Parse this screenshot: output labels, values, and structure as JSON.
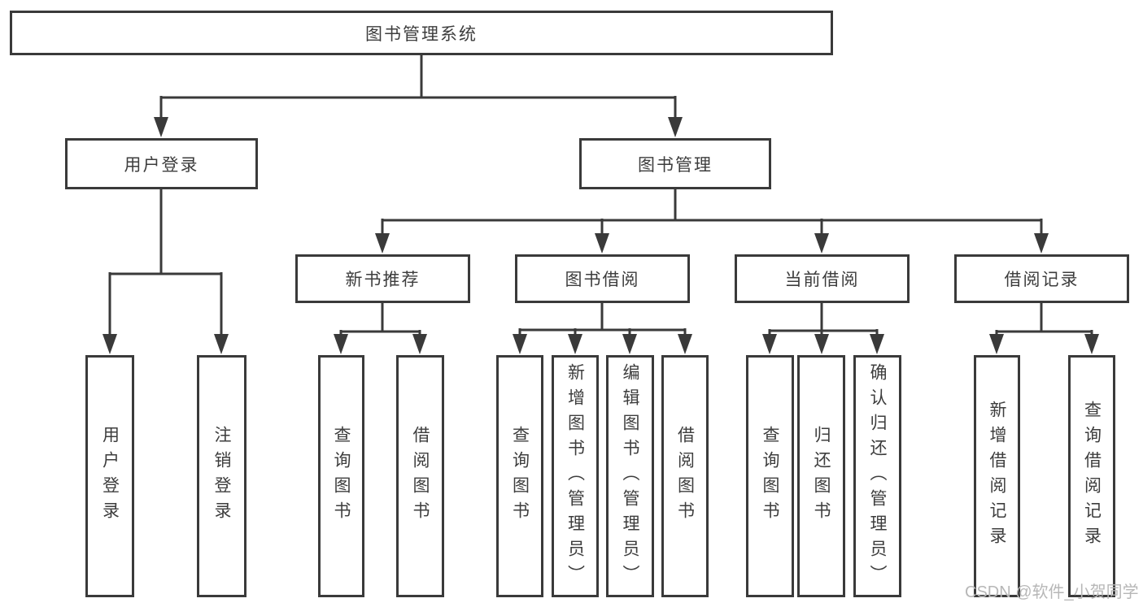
{
  "tree": {
    "label": "图书管理系统",
    "children": [
      {
        "label": "用户登录",
        "children": [
          {
            "label": "用户登录"
          },
          {
            "label": "注销登录"
          }
        ]
      },
      {
        "label": "图书管理",
        "children": [
          {
            "label": "新书推荐",
            "children": [
              {
                "label": "查询图书"
              },
              {
                "label": "借阅图书"
              }
            ]
          },
          {
            "label": "图书借阅",
            "children": [
              {
                "label": "查询图书"
              },
              {
                "label": "新增图书（管理员）"
              },
              {
                "label": "编辑图书（管理员）"
              },
              {
                "label": "借阅图书"
              }
            ]
          },
          {
            "label": "当前借阅",
            "children": [
              {
                "label": "查询图书"
              },
              {
                "label": "归还图书"
              },
              {
                "label": "确认归还（管理员）"
              }
            ]
          },
          {
            "label": "借阅记录",
            "children": [
              {
                "label": "新增借阅记录"
              },
              {
                "label": "查询借阅记录"
              }
            ]
          }
        ]
      }
    ]
  },
  "watermark": {
    "text": "CSDN @软件_小贺同学"
  },
  "colors": {
    "line": "#3a3a3a",
    "text": "#3d3d3d",
    "watermark": "#b7b7b7",
    "background": "#ffffff"
  }
}
